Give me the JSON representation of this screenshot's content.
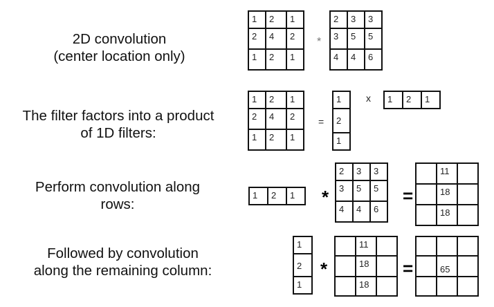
{
  "sections": [
    {
      "caption": [
        "2D convolution",
        "(center location only)"
      ],
      "filter": [
        [
          "1",
          "2",
          "1"
        ],
        [
          "2",
          "4",
          "2"
        ],
        [
          "1",
          "2",
          "1"
        ]
      ],
      "operator": "*",
      "image": [
        [
          "2",
          "3",
          "3"
        ],
        [
          "3",
          "5",
          "5"
        ],
        [
          "4",
          "4",
          "6"
        ]
      ]
    },
    {
      "caption": [
        "The filter factors into a product",
        "of 1D filters:"
      ],
      "filter": [
        [
          "1",
          "2",
          "1"
        ],
        [
          "2",
          "4",
          "2"
        ],
        [
          "1",
          "2",
          "1"
        ]
      ],
      "equals": "=",
      "column_filter": [
        "1",
        "2",
        "1"
      ],
      "times": "x",
      "row_filter": [
        "1",
        "2",
        "1"
      ]
    },
    {
      "caption": [
        "Perform convolution along",
        "rows:"
      ],
      "row_filter": [
        "1",
        "2",
        "1"
      ],
      "operator": "*",
      "image": [
        [
          "2",
          "3",
          "3"
        ],
        [
          "3",
          "5",
          "5"
        ],
        [
          "4",
          "4",
          "6"
        ]
      ],
      "equals": "=",
      "result": [
        [
          "",
          "11",
          ""
        ],
        [
          "",
          "18",
          ""
        ],
        [
          "",
          "18",
          ""
        ]
      ]
    },
    {
      "caption": [
        "Followed by convolution",
        "along the remaining column:"
      ],
      "column_filter": [
        "1",
        "2",
        "1"
      ],
      "operator": "*",
      "input": [
        [
          "",
          "11",
          ""
        ],
        [
          "",
          "18",
          ""
        ],
        [
          "",
          "18",
          ""
        ]
      ],
      "equals": "=",
      "result": [
        [
          "",
          "",
          ""
        ],
        [
          "",
          "65",
          ""
        ],
        [
          "",
          "",
          ""
        ]
      ]
    }
  ]
}
